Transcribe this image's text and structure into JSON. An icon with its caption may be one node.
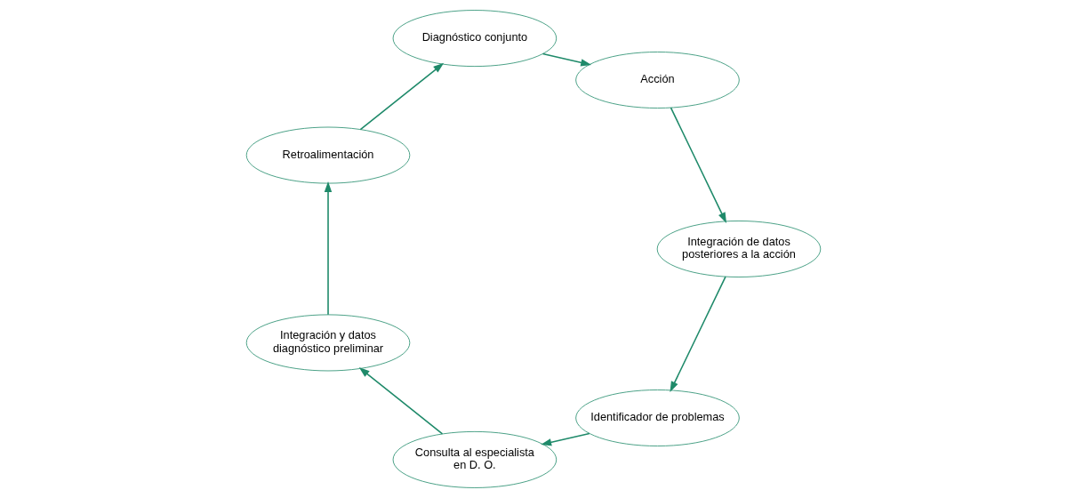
{
  "diagram": {
    "nodes": [
      {
        "text": [
          "Identificador de problemas"
        ]
      },
      {
        "text": [
          "Consulta al especialista en D. O."
        ]
      },
      {
        "text": [
          "Integración y datos diagnóstico preliminar"
        ]
      },
      {
        "text": [
          "Retroalimentación"
        ]
      },
      {
        "text": [
          "Diagnóstico conjunto"
        ]
      },
      {
        "text": [
          "Acción"
        ]
      },
      {
        "text": [
          "Integración de datos posteriores a la acción"
        ]
      }
    ],
    "edges": [
      {
        "from": 0,
        "to": 1,
        "arrow": "to"
      },
      {
        "from": 1,
        "to": 2,
        "arrow": "to"
      },
      {
        "from": 2,
        "to": 3,
        "arrow": "to"
      },
      {
        "from": 3,
        "to": 4,
        "arrow": "to"
      },
      {
        "from": 4,
        "to": 5,
        "arrow": "to"
      },
      {
        "from": 5,
        "to": 6,
        "arrow": "to"
      },
      {
        "from": 6,
        "to": 0,
        "arrow": "to"
      }
    ]
  }
}
